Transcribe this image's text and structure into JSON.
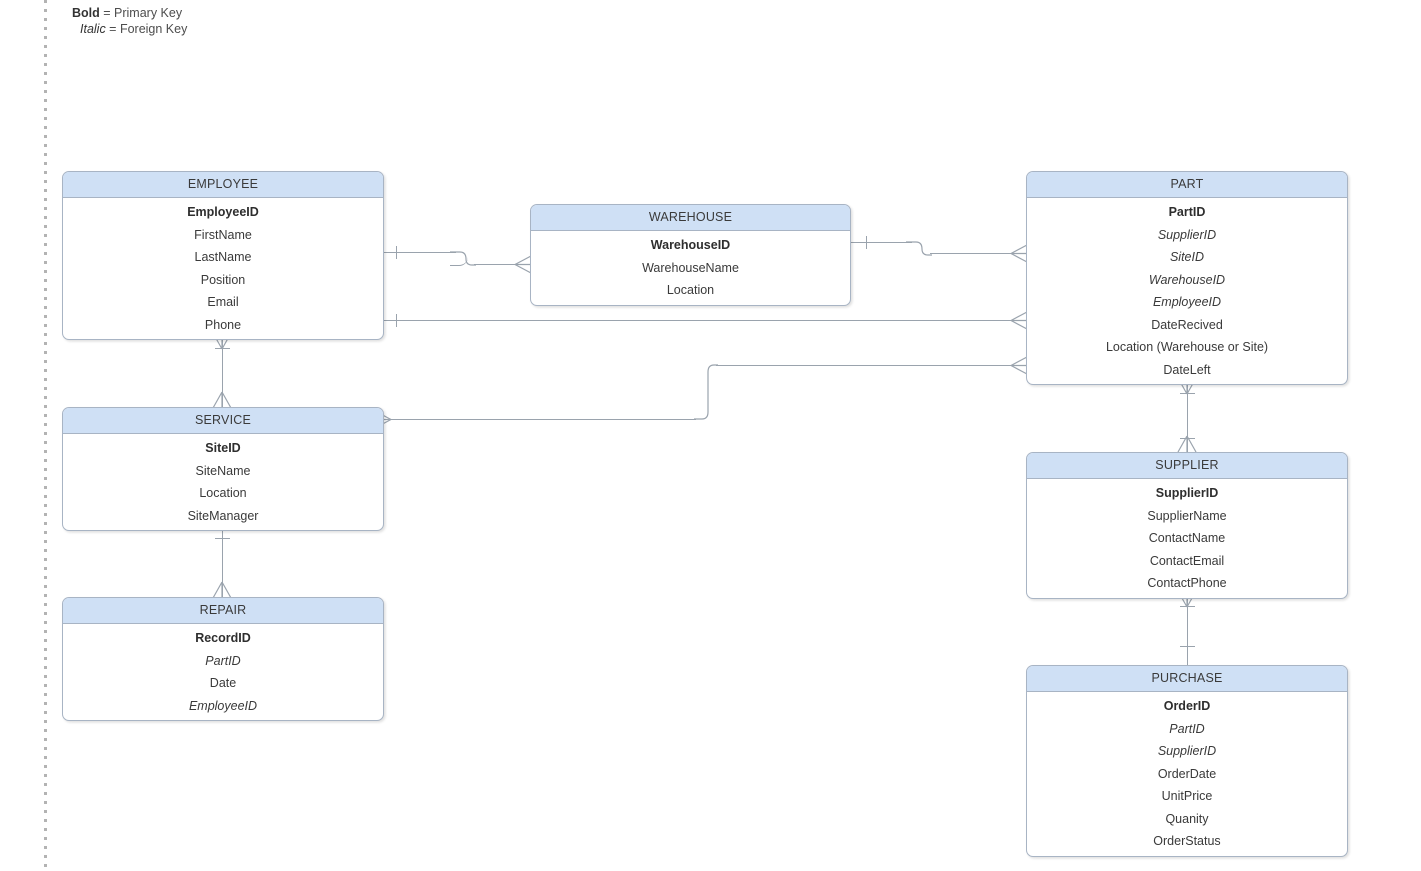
{
  "legend": {
    "bold_key": "Bold",
    "bold_text": " = Primary Key",
    "italic_key": "Italic",
    "italic_text": " = Foreign Key"
  },
  "diagram": {
    "type": "entity-relationship-diagram",
    "notation": "crow's foot",
    "colors": {
      "header_fill": "#cfe0f5",
      "border": "#a8b4c4",
      "connector": "#9aa3ad",
      "text": "#3a3a3a",
      "background": "#ffffff",
      "guide_dots": "#b3b3b3"
    }
  },
  "entities": [
    {
      "id": "employee",
      "name": "EMPLOYEE",
      "attributes": [
        {
          "name": "EmployeeID",
          "key": "pk"
        },
        {
          "name": "FirstName",
          "key": ""
        },
        {
          "name": "LastName",
          "key": ""
        },
        {
          "name": "Position",
          "key": ""
        },
        {
          "name": "Email",
          "key": ""
        },
        {
          "name": "Phone",
          "key": ""
        }
      ]
    },
    {
      "id": "warehouse",
      "name": "WAREHOUSE",
      "attributes": [
        {
          "name": "WarehouseID",
          "key": "pk"
        },
        {
          "name": "WarehouseName",
          "key": ""
        },
        {
          "name": "Location",
          "key": ""
        }
      ]
    },
    {
      "id": "part",
      "name": "PART",
      "attributes": [
        {
          "name": "PartID",
          "key": "pk"
        },
        {
          "name": "SupplierID",
          "key": "fk"
        },
        {
          "name": "SiteID",
          "key": "fk"
        },
        {
          "name": "WarehouseID",
          "key": "fk"
        },
        {
          "name": "EmployeeID",
          "key": "fk"
        },
        {
          "name": "DateRecived",
          "key": ""
        },
        {
          "name": "Location (Warehouse or Site)",
          "key": ""
        },
        {
          "name": "DateLeft",
          "key": ""
        }
      ]
    },
    {
      "id": "service",
      "name": "SERVICE",
      "attributes": [
        {
          "name": "SiteID",
          "key": "pk"
        },
        {
          "name": "SiteName",
          "key": ""
        },
        {
          "name": "Location",
          "key": ""
        },
        {
          "name": "SiteManager",
          "key": ""
        }
      ]
    },
    {
      "id": "repair",
      "name": "REPAIR",
      "attributes": [
        {
          "name": "RecordID",
          "key": "pk"
        },
        {
          "name": "PartID",
          "key": "fk"
        },
        {
          "name": "Date",
          "key": ""
        },
        {
          "name": "EmployeeID",
          "key": "fk"
        }
      ]
    },
    {
      "id": "supplier",
      "name": "SUPPLIER",
      "attributes": [
        {
          "name": "SupplierID",
          "key": "pk"
        },
        {
          "name": "SupplierName",
          "key": ""
        },
        {
          "name": "ContactName",
          "key": ""
        },
        {
          "name": "ContactEmail",
          "key": ""
        },
        {
          "name": "ContactPhone",
          "key": ""
        }
      ]
    },
    {
      "id": "purchase",
      "name": "PURCHASE",
      "attributes": [
        {
          "name": "OrderID",
          "key": "pk"
        },
        {
          "name": "PartID",
          "key": "fk"
        },
        {
          "name": "SupplierID",
          "key": "fk"
        },
        {
          "name": "OrderDate",
          "key": ""
        },
        {
          "name": "UnitPrice",
          "key": ""
        },
        {
          "name": "Quanity",
          "key": ""
        },
        {
          "name": "OrderStatus",
          "key": ""
        }
      ]
    }
  ],
  "relationships": [
    {
      "id": "employee-warehouse",
      "from": "employee",
      "to": "warehouse",
      "from_cardinality": "one",
      "to_cardinality": "many"
    },
    {
      "id": "warehouse-part",
      "from": "warehouse",
      "to": "part",
      "from_cardinality": "one",
      "to_cardinality": "many"
    },
    {
      "id": "employee-part",
      "from": "employee",
      "to": "part",
      "from_cardinality": "one",
      "to_cardinality": "many"
    },
    {
      "id": "employee-service",
      "from": "employee",
      "to": "service",
      "from_cardinality": "one-many",
      "to_cardinality": "many"
    },
    {
      "id": "service-part",
      "from": "service",
      "to": "part",
      "from_cardinality": "many",
      "to_cardinality": "many"
    },
    {
      "id": "service-repair",
      "from": "service",
      "to": "repair",
      "from_cardinality": "one",
      "to_cardinality": "many"
    },
    {
      "id": "part-supplier",
      "from": "part",
      "to": "supplier",
      "from_cardinality": "one-many",
      "to_cardinality": "one-many"
    },
    {
      "id": "supplier-purchase",
      "from": "supplier",
      "to": "purchase",
      "from_cardinality": "one-many",
      "to_cardinality": "one"
    }
  ]
}
